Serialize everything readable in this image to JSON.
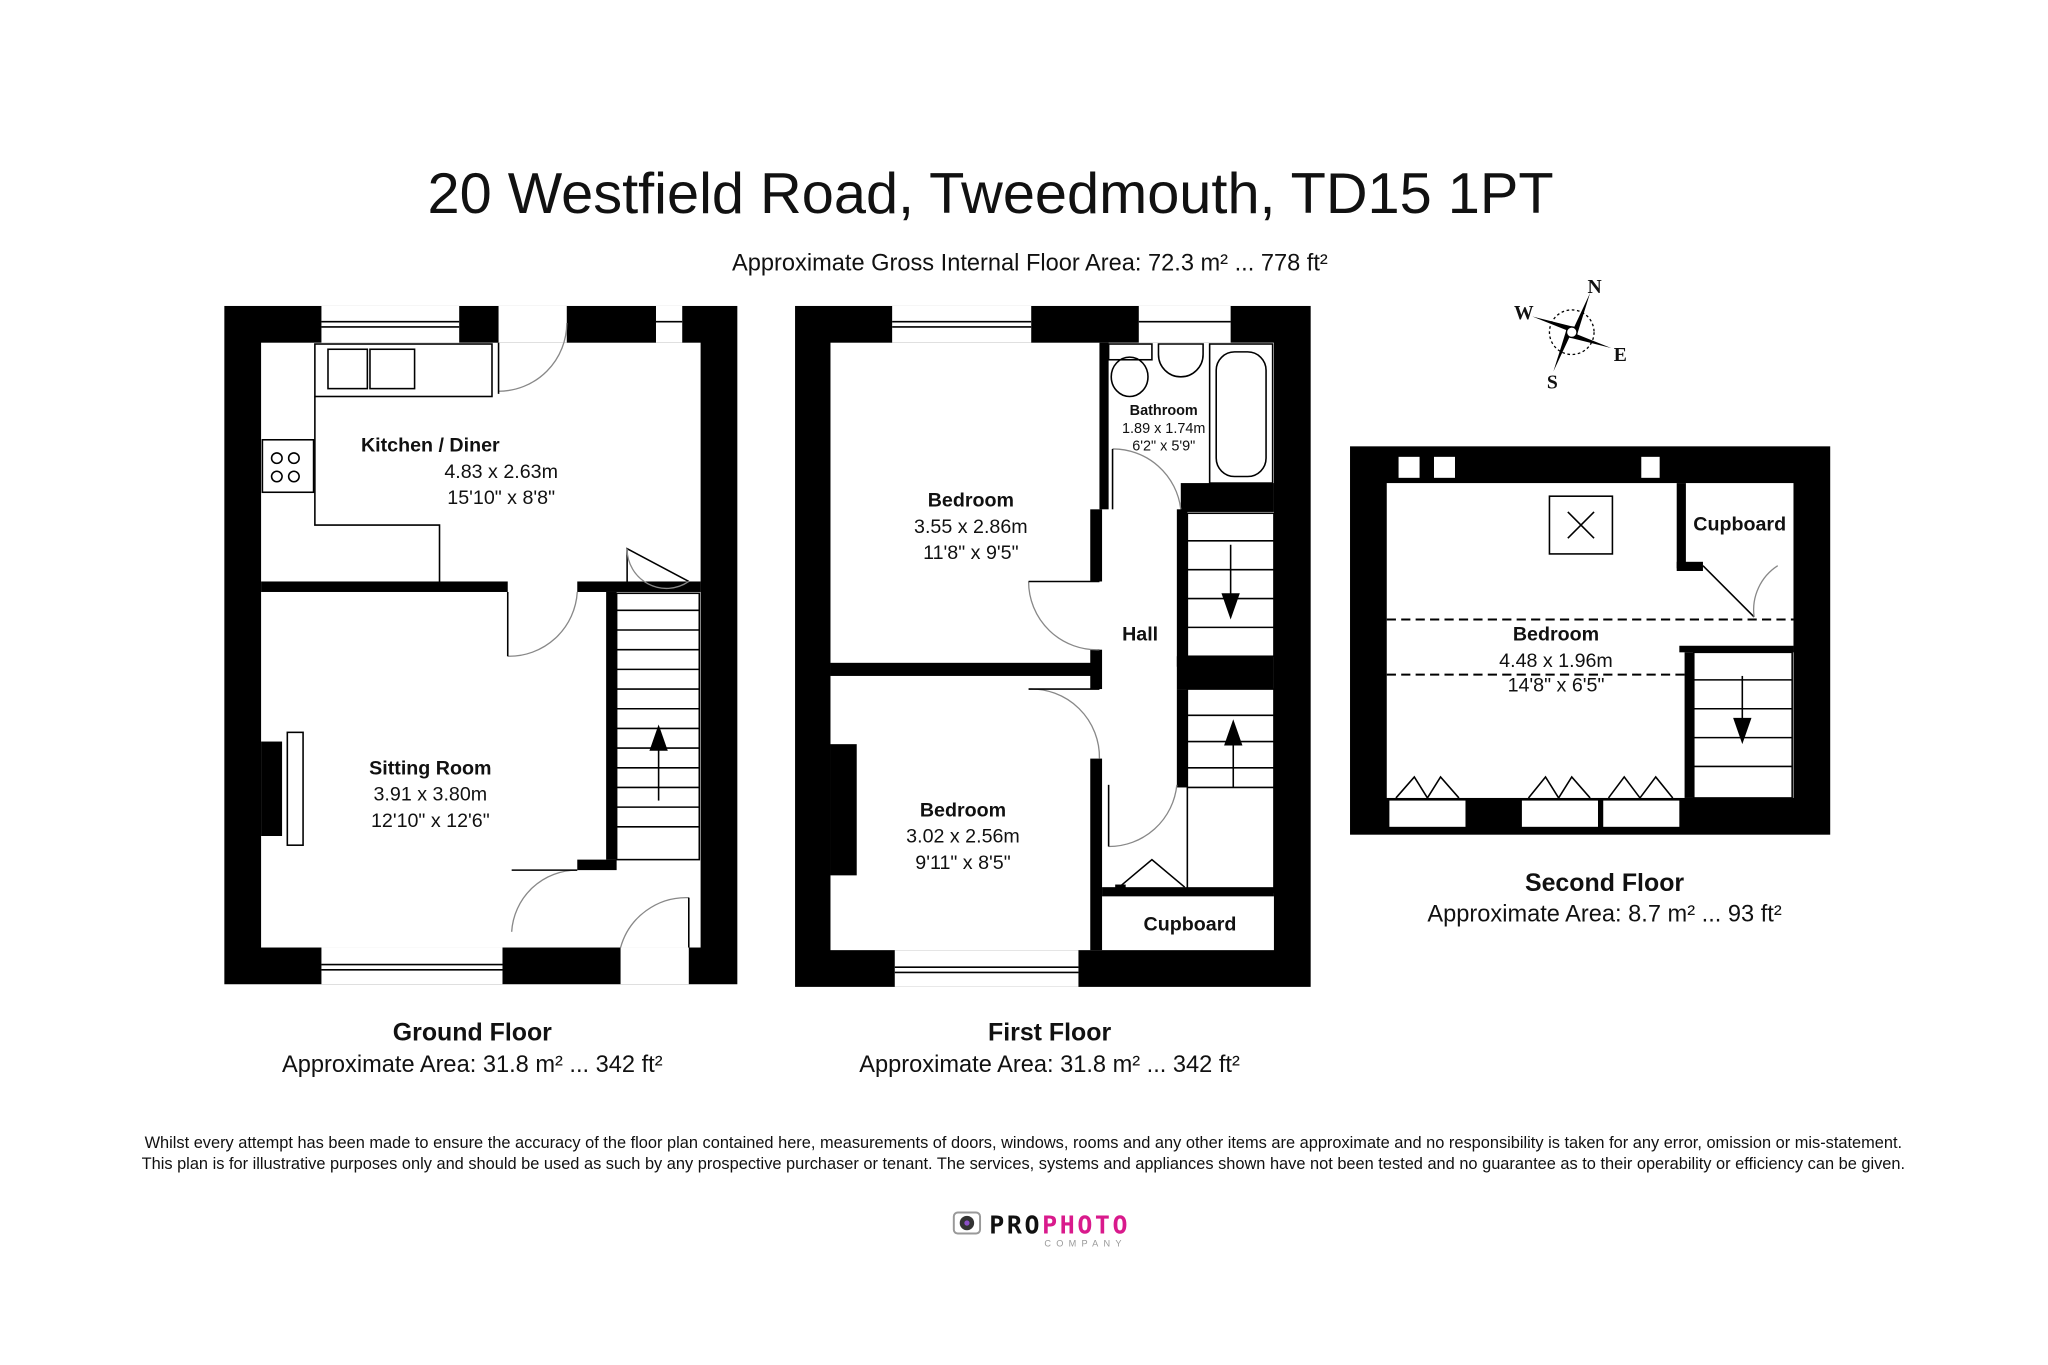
{
  "header": {
    "title": "20 Westfield Road, Tweedmouth, TD15 1PT",
    "gross_area": "Approximate Gross Internal Floor Area: 72.3 m² ... 778 ft²"
  },
  "compass": {
    "n": "N",
    "e": "E",
    "s": "S",
    "w": "W"
  },
  "floors": {
    "ground": {
      "name": "Ground Floor",
      "area": "Approximate Area: 31.8 m² ... 342 ft²",
      "rooms": [
        {
          "name": "Kitchen / Diner",
          "metric": "4.83 x 2.63m",
          "imperial": "15'10\" x 8'8\""
        },
        {
          "name": "Sitting Room",
          "metric": "3.91 x 3.80m",
          "imperial": "12'10\" x 12'6\""
        }
      ]
    },
    "first": {
      "name": "First Floor",
      "area": "Approximate Area: 31.8 m² ... 342 ft²",
      "rooms": [
        {
          "name": "Bedroom",
          "metric": "3.55 x 2.86m",
          "imperial": "11'8\" x 9'5\""
        },
        {
          "name": "Bedroom",
          "metric": "3.02 x 2.56m",
          "imperial": "9'11\" x 8'5\""
        },
        {
          "name": "Bathroom",
          "metric": "1.89 x 1.74m",
          "imperial": "6'2\" x 5'9\""
        },
        {
          "name": "Hall"
        },
        {
          "name": "Cupboard"
        }
      ]
    },
    "second": {
      "name": "Second Floor",
      "area": "Approximate Area: 8.7 m² ... 93 ft²",
      "rooms": [
        {
          "name": "Bedroom",
          "metric": "4.48 x 1.96m",
          "imperial": "14'8\" x 6'5\""
        },
        {
          "name": "Cupboard"
        }
      ]
    }
  },
  "disclaimer": {
    "line1": "Whilst every attempt has been made to ensure the accuracy of the floor plan contained here, measurements of doors, windows, rooms and any other items are approximate and no responsibility is taken for any error, omission or mis-statement.",
    "line2": "This plan is for illustrative purposes only and should be used as such by any prospective purchaser or tenant. The services, systems and appliances shown have not been tested and no guarantee as to their operability or efficiency can be given."
  },
  "logo": {
    "brand_a": "PRO",
    "brand_b": "PHOTO",
    "tagline": "COMPANY"
  },
  "colors": {
    "logo_pink": "#e0157f",
    "logo_blue": "#1a9ad6",
    "wall": "#000000"
  }
}
